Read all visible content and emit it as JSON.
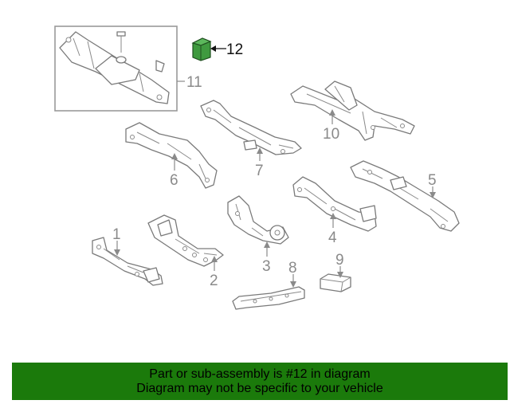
{
  "callouts": {
    "c1": "1",
    "c2": "2",
    "c3": "3",
    "c4": "4",
    "c5": "5",
    "c6": "6",
    "c7": "7",
    "c8": "8",
    "c9": "9",
    "c10": "10",
    "c11": "11",
    "c12": "12"
  },
  "highlight": {
    "part": "12",
    "color": "#3f9a3f"
  },
  "banner": {
    "line1": "Part or sub-assembly is #12 in diagram",
    "line2": "Diagram may not be specific to your vehicle",
    "background": "#1b7a0b"
  }
}
